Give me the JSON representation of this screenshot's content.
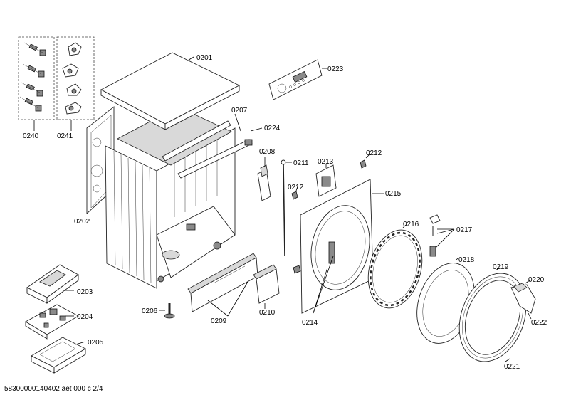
{
  "labels": {
    "l0201": "0201",
    "l0202": "0202",
    "l0203": "0203",
    "l0204": "0204",
    "l0205": "0205",
    "l0206": "0206",
    "l0207": "0207",
    "l0208": "0208",
    "l0209": "0209",
    "l0210": "0210",
    "l0211": "0211",
    "l0212a": "0212",
    "l0212b": "0212",
    "l0213": "0213",
    "l0214": "0214",
    "l0215": "0215",
    "l0216": "0216",
    "l0217": "0217",
    "l0218": "0218",
    "l0219": "0219",
    "l0220": "0220",
    "l0221": "0221",
    "l0222": "0222",
    "l0223": "0223",
    "l0224": "0224",
    "l0240": "0240",
    "l0241": "0241"
  },
  "footer": "58300000140402 aet 000 c 2/4"
}
